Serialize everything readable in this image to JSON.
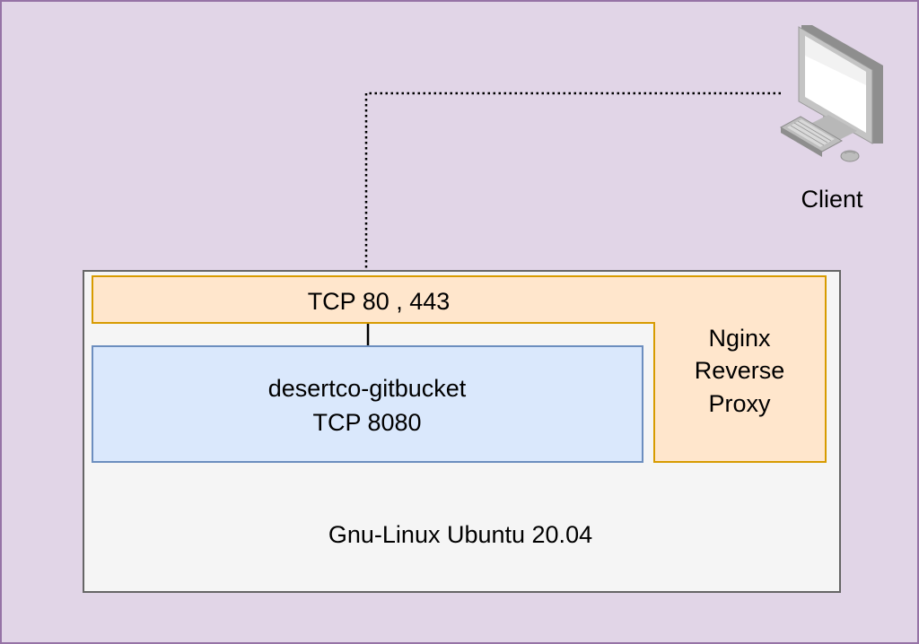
{
  "colors": {
    "background_fill": "#e1d5e7",
    "background_stroke": "#9673a6",
    "host_fill": "#f5f5f5",
    "host_stroke": "#666666",
    "nginx_fill": "#ffe6cc",
    "nginx_stroke": "#d79b00",
    "gitbucket_fill": "#dae8fc",
    "gitbucket_stroke": "#6c8ebf",
    "connector": "#000000"
  },
  "client": {
    "icon": "desktop-computer-icon",
    "label": "Client"
  },
  "host": {
    "label": "Gnu-Linux Ubuntu 20.04"
  },
  "nginx": {
    "port_label": "TCP 80 , 443",
    "name_lines": [
      "Nginx",
      "Reverse",
      "Proxy"
    ]
  },
  "gitbucket": {
    "name": "desertco-gitbucket",
    "port": "TCP 8080"
  }
}
